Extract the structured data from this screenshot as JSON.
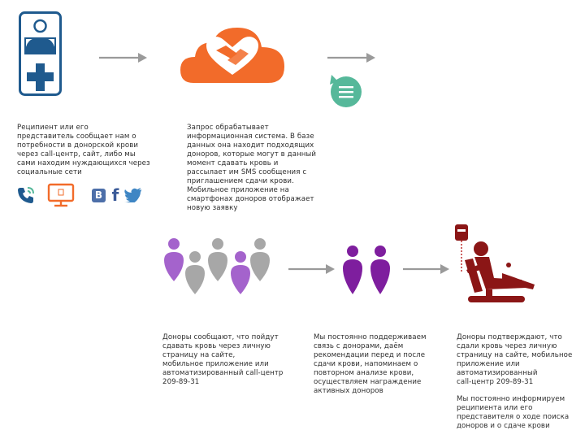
{
  "steps": {
    "recipient": {
      "text": "Реципиент или его\nпредставитель сообщает нам о\nпотребности в донорской крови\nчерез call-центр, сайт, либо мы\nсами находим нуждающихся через\nсоциальные сети"
    },
    "system": {
      "text": "Запрос обрабатывает\nинформационная система. В базе\nданных она находит подходящих\nдоноров, которые могут в данный\nмомент сдавать кровь и\nрассылает им SMS сообщения с\nприглашением сдачи крови.\nМобильное приложение на\nсмартфонах доноров отображает\nновую заявку"
    },
    "donors_report": {
      "text": "Доноры сообщают, что пойдут\nсдавать кровь через личную\nстраницу на сайте,\nмобильное приложение или\nавтоматизированный call-центр\n209-89-31"
    },
    "support": {
      "text": "Мы постоянно поддерживаем\nсвязь с донорами, даём\nрекомендации перед и после\nсдачи крови, напоминаем о\nповторном анализе крови,\nосуществляем награждение\nактивных доноров"
    },
    "confirm": {
      "text": "Доноры подтверждают, что\nсдали кровь через личную\nстраницу на сайте, мобильное\nприложение или\nавтоматизированный\nсall-центр 209-89-31"
    },
    "inform": {
      "text": "Мы постоянно информируем\nреципиента или его\nпредставителя о ходе поиска\nдоноров и о сдаче крови"
    }
  },
  "icons": {
    "phone": "phone-icon",
    "monitor": "monitor-icon",
    "vk": "vk-icon",
    "vk_letter": "B",
    "facebook": "facebook-icon",
    "facebook_letter": "f",
    "twitter": "twitter-icon",
    "patient": "patient-bed-icon",
    "cloud": "cloud-heart-icon",
    "sms": "sms-bubble-icon",
    "crowd": "donor-crowd-icon",
    "pair": "donor-pair-icon",
    "donation": "blood-donation-chair-icon"
  },
  "colors": {
    "navy": "#1f5a8e",
    "orange": "#f26b2a",
    "teal": "#56b89a",
    "purple": "#7e1e9e",
    "lilac": "#a463cc",
    "grey": "#a7a7a7",
    "maroon": "#8b1616",
    "arrow": "#9a9a9a",
    "vk_blue": "#4d6fa9",
    "tw_blue": "#3f86c4"
  }
}
